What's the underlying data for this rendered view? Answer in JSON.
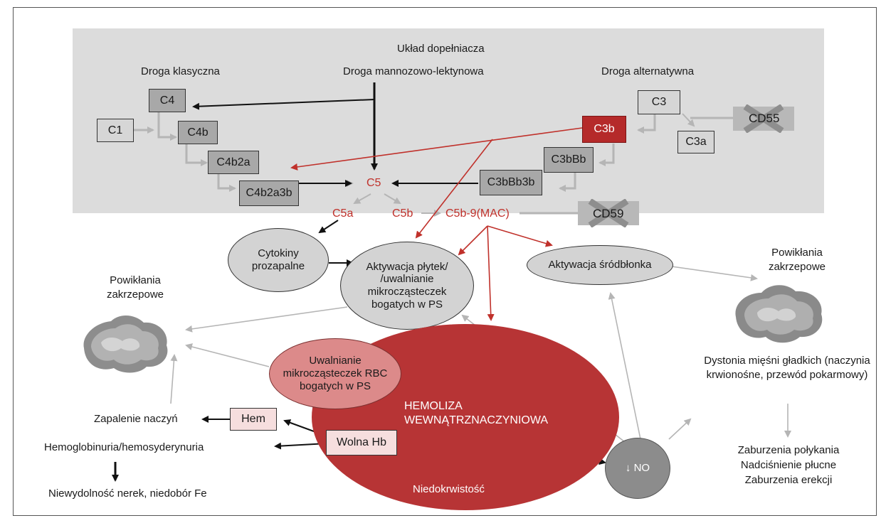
{
  "header": {
    "title": "Układ dopełniacza",
    "path_classic": "Droga klasyczna",
    "path_lectin": "Droga mannozowo-lektynowa",
    "path_alternative": "Droga alternatywna"
  },
  "complement": {
    "c1": "C1",
    "c4": "C4",
    "c4b": "C4b",
    "c4b2a": "C4b2a",
    "c4b2a3b": "C4b2a3b",
    "c5": "C5",
    "c5a": "C5a",
    "c5b": "C5b",
    "mac": "C5b-9(MAC)",
    "c3": "C3",
    "c3b": "C3b",
    "c3a": "C3a",
    "c3bbb": "C3bBb",
    "c3bbb3b": "C3bBb3b",
    "cd55": "CD55",
    "cd59": "CD59"
  },
  "nodes": {
    "cytokines": "Cytokiny prozapalne",
    "platelets": "Aktywacja płytek/ /uwalnianie mikrocząsteczek bogatych w PS",
    "endothelium": "Aktywacja śródbłonka",
    "rbc_micro": "Uwalnianie mikrocząsteczek RBC bogatych w PS",
    "hemolysis": "HEMOLIZA WEWNĄTRZNACZYNIOWA",
    "anemia": "Niedokrwistość",
    "no": "↓ NO",
    "hem": "Hem",
    "free_hb": "Wolna Hb"
  },
  "outcomes": {
    "thrombo_left": "Powikłania zakrzepowe",
    "thrombo_right": "Powikłania zakrzepowe",
    "vasculitis": "Zapalenie naczyń",
    "hemoglobinuria": "Hemoglobinuria/hemosyderynuria",
    "renal": "Niewydolność nerek, niedobór Fe",
    "smooth_muscle": "Dystonia mięśni gładkich (naczynia krwionośne, przewód pokarmowy)",
    "symptoms_1": "Zaburzenia połykania",
    "symptoms_2": "Nadciśnienie płucne",
    "symptoms_3": "Zaburzenia erekcji"
  },
  "colors": {
    "red_arrow": "#c0312b",
    "gray_arrow": "#b5b5b5",
    "black_arrow": "#111111",
    "panel": "#dcdcdc"
  }
}
